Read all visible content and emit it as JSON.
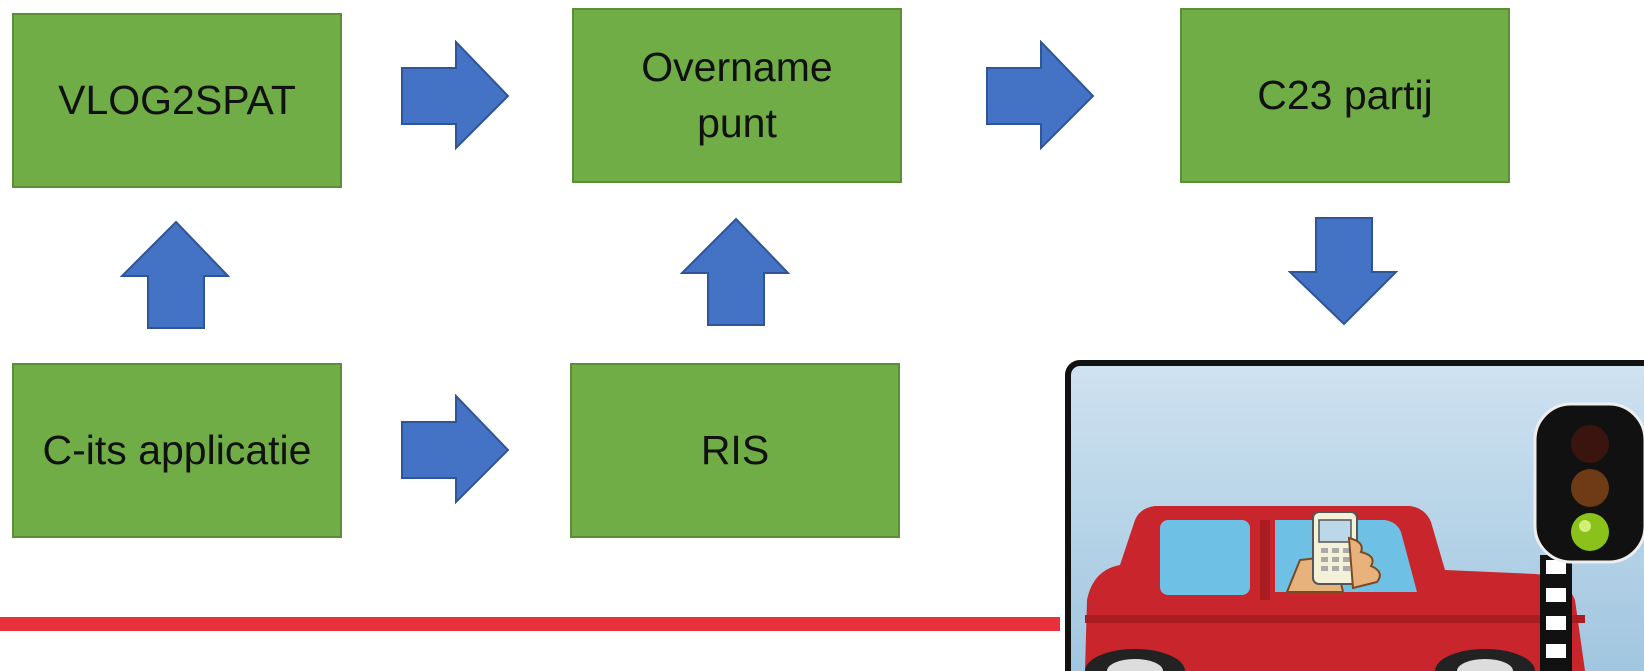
{
  "boxes": {
    "vlog2spat": "VLOG2SPAT",
    "overname_line1": "Overname",
    "overname_line2": "punt",
    "c23": "C23 partij",
    "cits": "C-its applicatie",
    "ris": "RIS"
  },
  "colors": {
    "box_fill": "#70ad47",
    "box_border": "#5a8f37",
    "arrow_fill": "#4472c4",
    "arrow_stroke": "#2f5597",
    "divider": "#e8313a"
  },
  "icons": {
    "arrow": "block-arrow",
    "illustration": "car-driver-phone-traffic-light"
  }
}
